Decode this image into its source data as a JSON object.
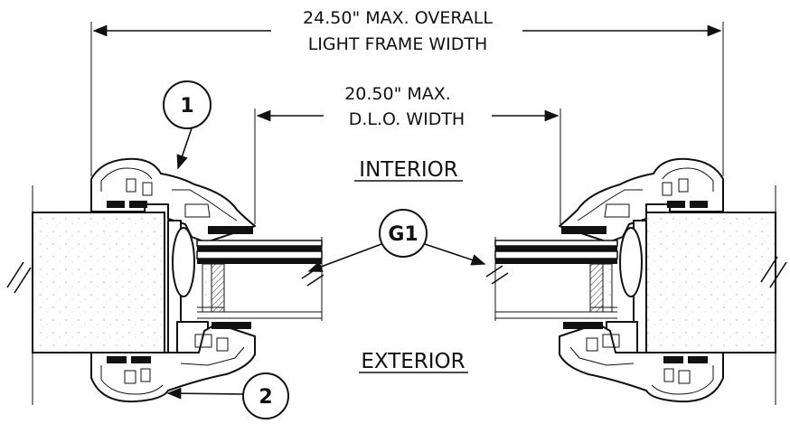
{
  "dimensions": {
    "overall_line1": "24.50\" MAX. OVERALL",
    "overall_line2": "LIGHT FRAME WIDTH",
    "dlo_line1": "20.50\" MAX.",
    "dlo_line2": "D.L.O. WIDTH"
  },
  "labels": {
    "interior": "INTERIOR",
    "exterior": "EXTERIOR"
  },
  "callouts": {
    "one": "1",
    "two": "2",
    "g1": "G1"
  }
}
